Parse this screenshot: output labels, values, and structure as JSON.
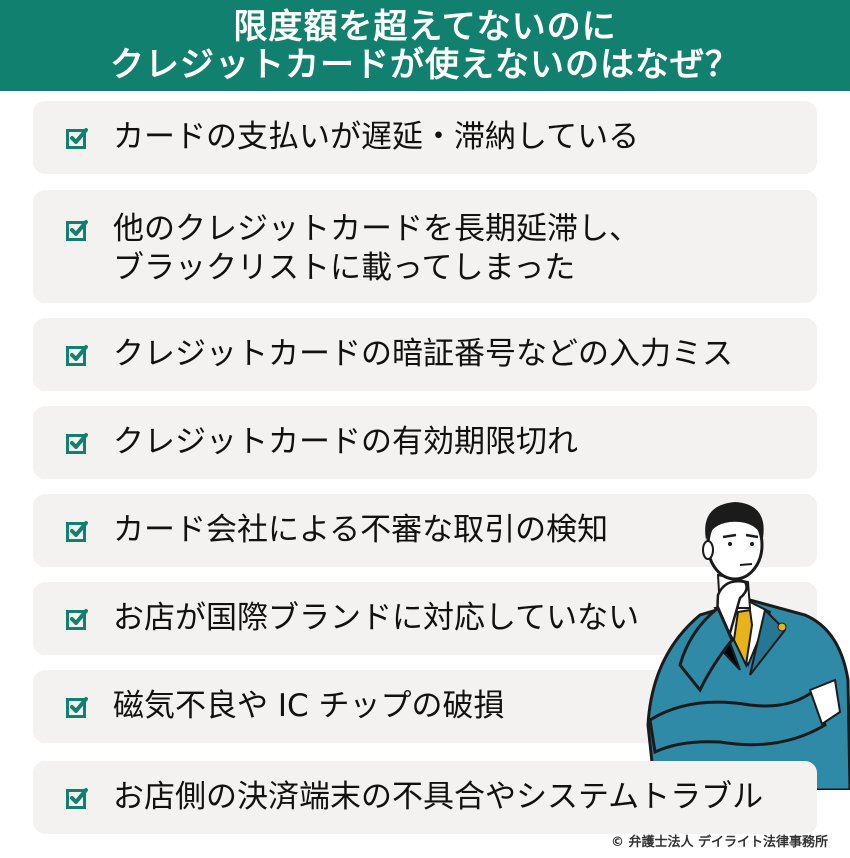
{
  "header": {
    "line1": "限度額を超えてないのに",
    "line2": "クレジットカードが使えないのはなぜ？"
  },
  "items": [
    {
      "lines": [
        "カードの支払いが遅延・滞納している"
      ]
    },
    {
      "lines": [
        "他のクレジットカードを長期延滞し、",
        "ブラックリストに載ってしまった"
      ]
    },
    {
      "lines": [
        "クレジットカードの暗証番号などの入力ミス"
      ]
    },
    {
      "lines": [
        "クレジットカードの有効期限切れ"
      ]
    },
    {
      "lines": [
        "カード会社による不審な取引の検知"
      ]
    },
    {
      "lines": [
        "お店が国際ブランドに対応していない"
      ]
    },
    {
      "lines": [
        "磁気不良や IC チップの破損"
      ]
    },
    {
      "lines": [
        "お店側の決済端末の不具合やシステムトラブル"
      ]
    }
  ],
  "copyright": "© 弁護士法人 デイライト法律事務所",
  "colors": {
    "header_bg": "#12806e",
    "check": "#12806e",
    "item_bg": "#f4f2f0",
    "suit": "#2f8aa8",
    "tie": "#e8b21a"
  },
  "icons": {
    "bullet": "checkbox-check-icon",
    "illustration": "thinking-businessman-illustration"
  }
}
